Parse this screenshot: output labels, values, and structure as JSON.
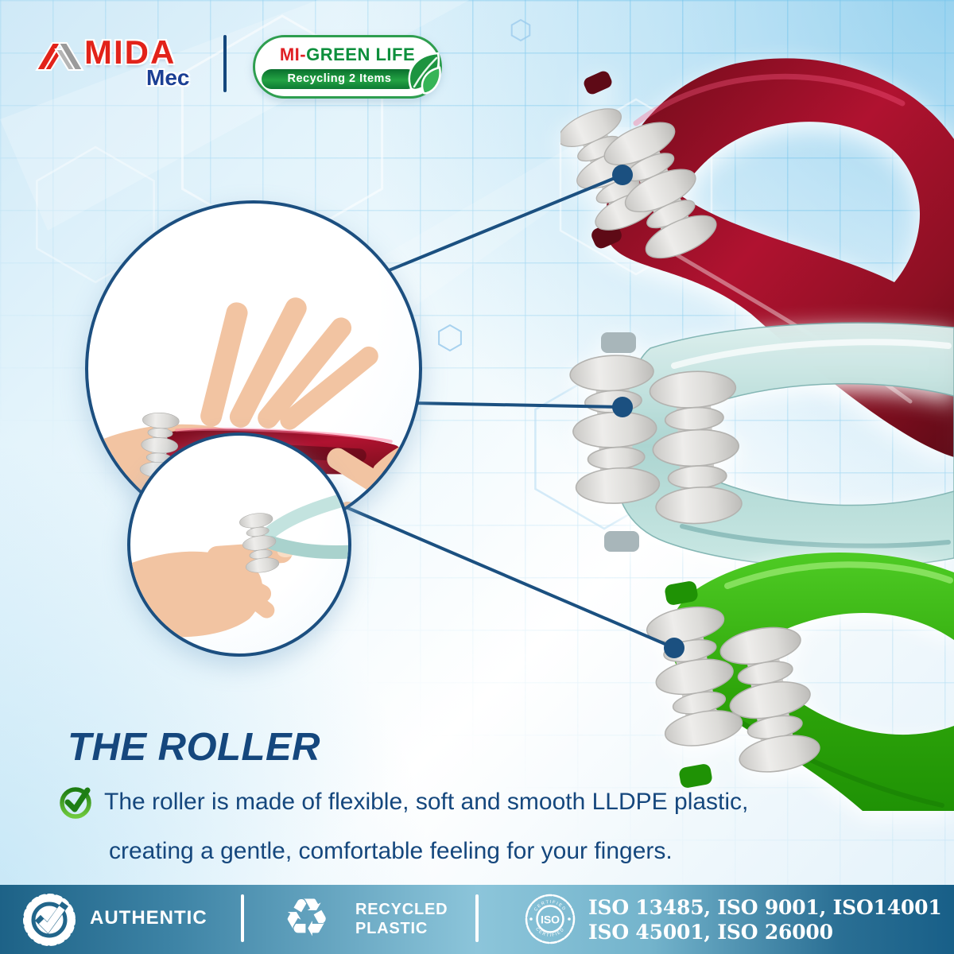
{
  "header": {
    "mida_name": "MIDA",
    "mida_sub": "Mec",
    "badge_prefix": "MI-",
    "badge_name": "GREEN LIFE",
    "badge_tagline": "Recycling 2 Items"
  },
  "main": {
    "title": "THE ROLLER",
    "bullet_line1": "The roller is made of flexible, soft and smooth LLDPE plastic,",
    "bullet_line2": "creating a gentle, comfortable feeling for your fingers."
  },
  "footer": {
    "authentic_label": "AUTHENTIC",
    "recycle_glyph": "♻",
    "recycled_line1": "RECYCLED",
    "recycled_line2": "PLASTIC",
    "iso_seal_label": "ISO",
    "iso_seal_top": "CERTIFIED",
    "iso_seal_bottom": "CERTIFIED",
    "iso_line1": "ISO 13485, ISO 9001, ISO14001",
    "iso_line2": "ISO 45001, ISO 26000"
  },
  "icons": {
    "mida_logo": "mida-chevron-logo",
    "leaf": "leaf-icon",
    "bullet_check": "green-check-icon",
    "authentic_seal": "seal-check-icon",
    "recycle": "recycle-icon",
    "iso_seal": "iso-seal-icon"
  },
  "colors": {
    "accent_navy": "#15477D",
    "callout_navy": "#1B5080",
    "brand_red": "#E2231A",
    "brand_blue": "#1B3F94",
    "badge_green": "#0D8F3C",
    "band_green_dark": "#0A6E2D",
    "product_red": "#8D1023",
    "product_teal": "#BFE0DD",
    "product_green": "#35B90F",
    "roller_gray": "#D8D8D6",
    "footer_dark": "#1D6287",
    "footer_light": "#8CC5DA",
    "background_blue": "#CFE9F7"
  }
}
